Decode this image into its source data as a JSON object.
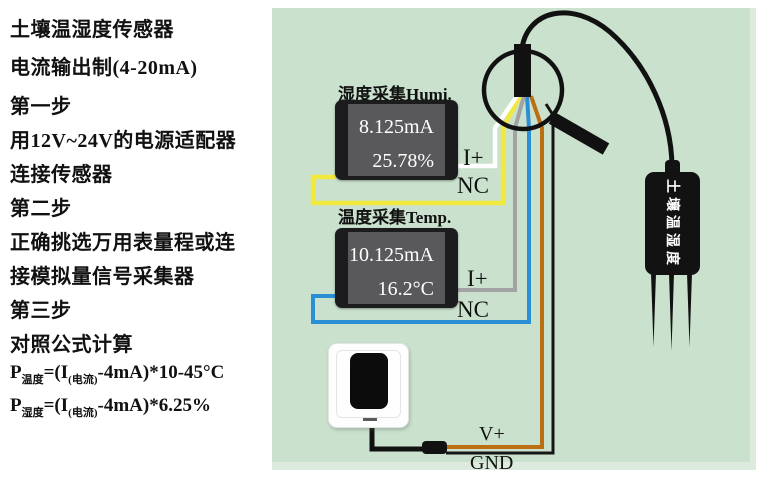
{
  "colors": {
    "panel_bg": "#c9e1cd",
    "panel_edge": "#dcebde",
    "wire_white": "#ffffff",
    "wire_yellow": "#f2e93f",
    "wire_gray": "#a3a3a3",
    "wire_blue": "#2b8fd6",
    "wire_brown": "#b96f12",
    "wire_black": "#151515",
    "cable_black": "#111111"
  },
  "instructions": {
    "lines": [
      "土壤温湿度传感器",
      "电流输出制(4-20mA)",
      "第一步",
      "用12V~24V的电源适配器",
      "连接传感器",
      "第二步",
      "正确挑选万用表量程或连",
      "接模拟量信号采集器",
      "第三步",
      "对照公式计算"
    ],
    "formula_temperature": {
      "p": "P",
      "sub_p": "温度",
      "mid": "=(I",
      "sub_i": "(电流)",
      "tail": "-4mA)*10-45°C"
    },
    "formula_humidity": {
      "p": "P",
      "sub_p": "湿度",
      "mid": "=(I",
      "sub_i": "(电流)",
      "tail": "-4mA)*6.25%"
    }
  },
  "diagram": {
    "humidity_meter": {
      "title": "湿度采集Humi.",
      "current": "8.125mA",
      "reading": "25.78%",
      "terminal_iplus": "I+",
      "terminal_nc": "NC"
    },
    "temperature_meter": {
      "title": "温度采集Temp.",
      "current": "10.125mA",
      "reading": "16.2°C",
      "terminal_iplus": "I+",
      "terminal_nc": "NC"
    },
    "sensor_label": "土壤温湿度",
    "power_labels": {
      "vplus": "V+",
      "gnd": "GND"
    }
  }
}
